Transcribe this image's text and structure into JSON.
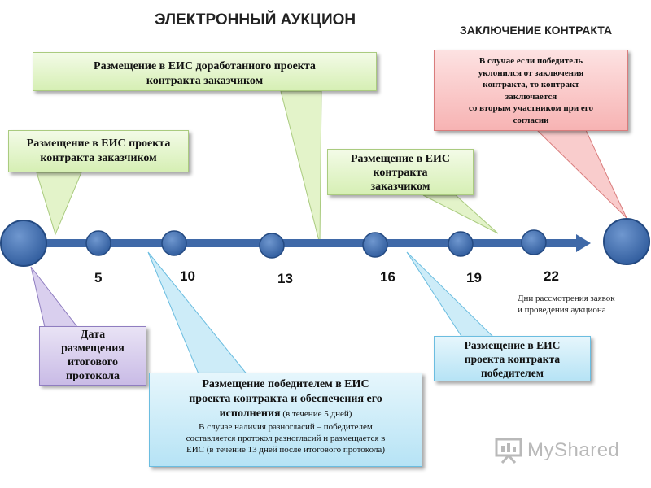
{
  "header": {
    "title": "ЭЛЕКТРОННЫЙ АУКЦИОН",
    "subtitle": "ЗАКЛЮЧЕНИЕ КОНТРАКТА"
  },
  "callouts": {
    "draft_placement": {
      "lines": [
        "Размещение в ЕИС проекта",
        "контракта заказчиком"
      ]
    },
    "revised_draft": {
      "lines": [
        "Размещение в ЕИС доработанного проекта",
        "контракта заказчиком"
      ]
    },
    "contract_placement": {
      "lines": [
        "Размещение в ЕИС",
        "контракта",
        "заказчиком"
      ]
    },
    "winner_refusal": {
      "lines": [
        "В случае если победитель",
        "уклонился от заключения",
        "контракта, то контракт",
        "заключается",
        "со вторым участником при его",
        "согласии"
      ]
    },
    "protocol_date": {
      "lines": [
        "Дата",
        "размещения",
        "итогового",
        "протокола"
      ]
    },
    "winner_placement": {
      "line1": "Размещение победителем в ЕИС",
      "line2": "проекта контракта и обеспечения его",
      "line3_main": "исполнения",
      "line3_note": " (в течение 5 дней)",
      "line4": "В случае наличия разногласий – победителем",
      "line5": "составляется протокол разногласий и размещается в",
      "line6": "ЕИС (в течение 13 дней после итогового протокола)"
    },
    "winner_draft": {
      "lines": [
        "Размещение в ЕИС",
        "проекта контракта",
        "победителем"
      ]
    }
  },
  "timeline": {
    "day_labels": [
      "5",
      "10",
      "13",
      "16",
      "19",
      "22"
    ],
    "note_lines": [
      "Дни рассмотрения заявок",
      "и проведения аукциона"
    ]
  },
  "logo": {
    "text": "MyShared",
    "icon": "presentation-board-icon"
  },
  "colors": {
    "timeline": "#3f69a8",
    "green": "#d6efb4",
    "purple": "#c9bbe6",
    "blue": "#b6e3f5",
    "red": "#f7b3b3"
  }
}
